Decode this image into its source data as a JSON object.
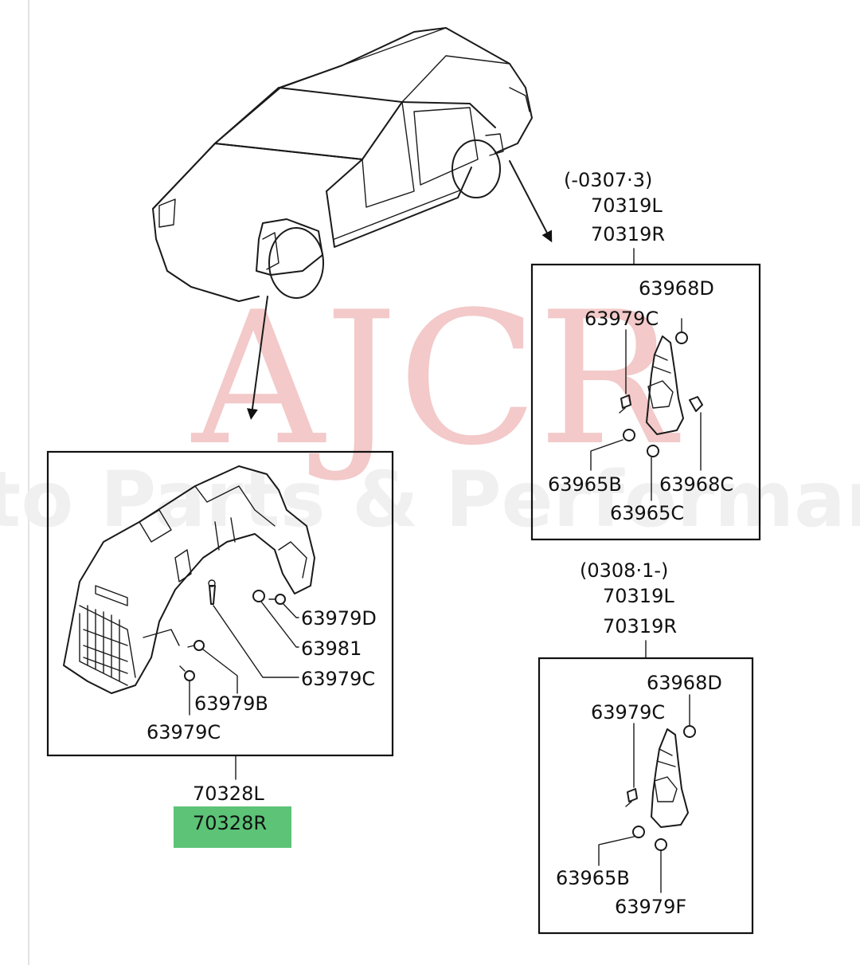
{
  "watermark": {
    "big": "AJCR",
    "small": "Auto Parts & Performance",
    "color": "#f2c4c4"
  },
  "highlight_color": "#5cc377",
  "callouts": {
    "front_box": {
      "c1": "63979D",
      "c2": "63981",
      "c3": "63979C",
      "c4": "63979B",
      "c5": "63979C"
    },
    "front_parts": {
      "left": "70328L",
      "right": "70328R"
    },
    "rear_top": {
      "date_range": "(-0307·3)",
      "left": "70319L",
      "right": "70319R",
      "c1": "63968D",
      "c2": "63979C",
      "c3": "63965B",
      "c4": "63968C",
      "c5": "63965C"
    },
    "rear_bottom": {
      "date_range": "(0308·1-)",
      "left": "70319L",
      "right": "70319R",
      "c1": "63968D",
      "c2": "63979C",
      "c3": "63965B",
      "c4": "63979F"
    }
  },
  "icons": {
    "car": "sedan-car-icon",
    "front_liner": "front-fender-liner-icon",
    "rear_liner": "rear-fender-liner-icon",
    "fastener": "clip-fastener-icon"
  }
}
